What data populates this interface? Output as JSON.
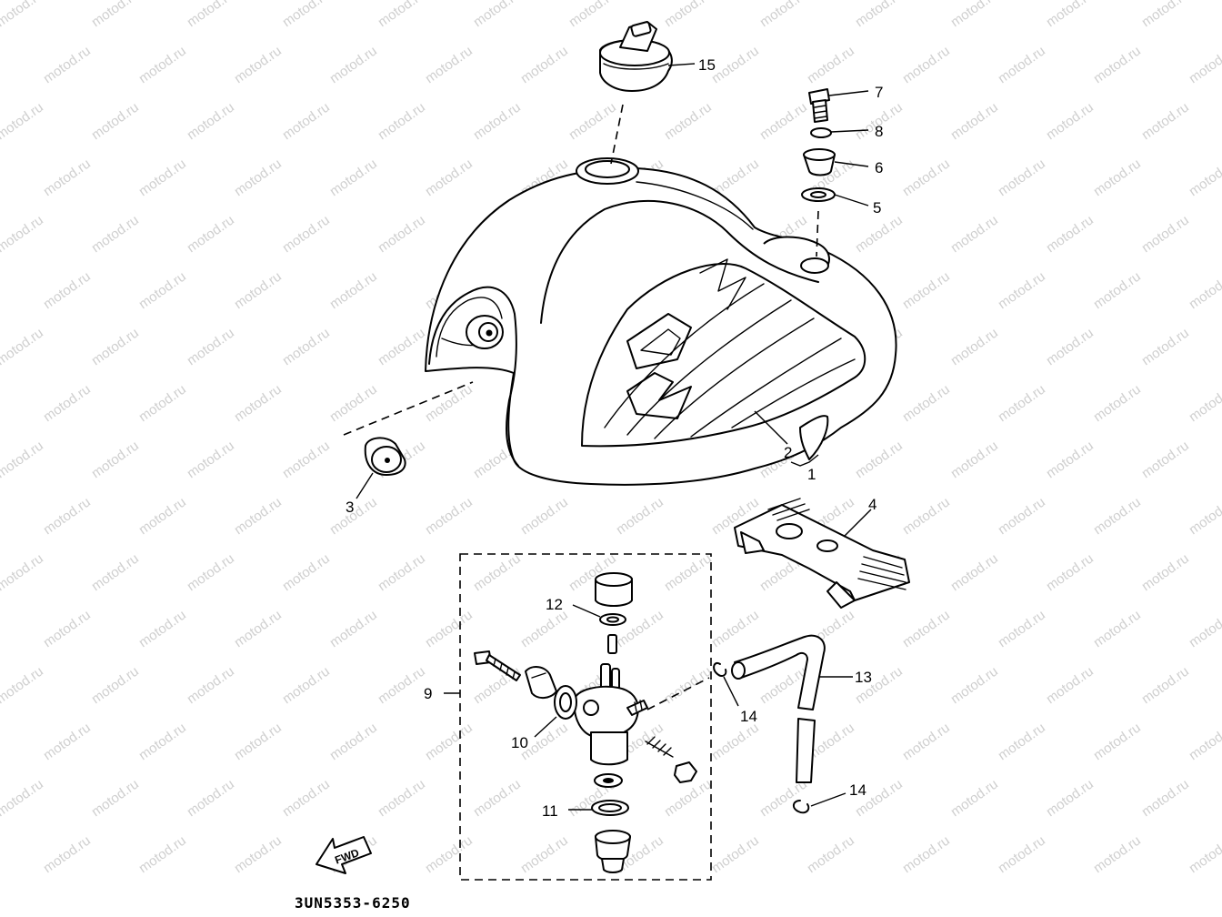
{
  "watermark": "motod.ru",
  "diagram_code": "3UN5353-6250",
  "fwd_label": "FWD",
  "callouts": [
    {
      "id": "c1",
      "text": "1"
    },
    {
      "id": "c2",
      "text": "2"
    },
    {
      "id": "c3",
      "text": "3"
    },
    {
      "id": "c4",
      "text": "4"
    },
    {
      "id": "c5",
      "text": "5"
    },
    {
      "id": "c6",
      "text": "6"
    },
    {
      "id": "c7",
      "text": "7"
    },
    {
      "id": "c8",
      "text": "8"
    },
    {
      "id": "c9",
      "text": "9"
    },
    {
      "id": "c10",
      "text": "10"
    },
    {
      "id": "c11",
      "text": "11"
    },
    {
      "id": "c12",
      "text": "12"
    },
    {
      "id": "c13",
      "text": "13"
    },
    {
      "id": "c14a",
      "text": "14"
    },
    {
      "id": "c14b",
      "text": "14"
    },
    {
      "id": "c15",
      "text": "15"
    }
  ]
}
